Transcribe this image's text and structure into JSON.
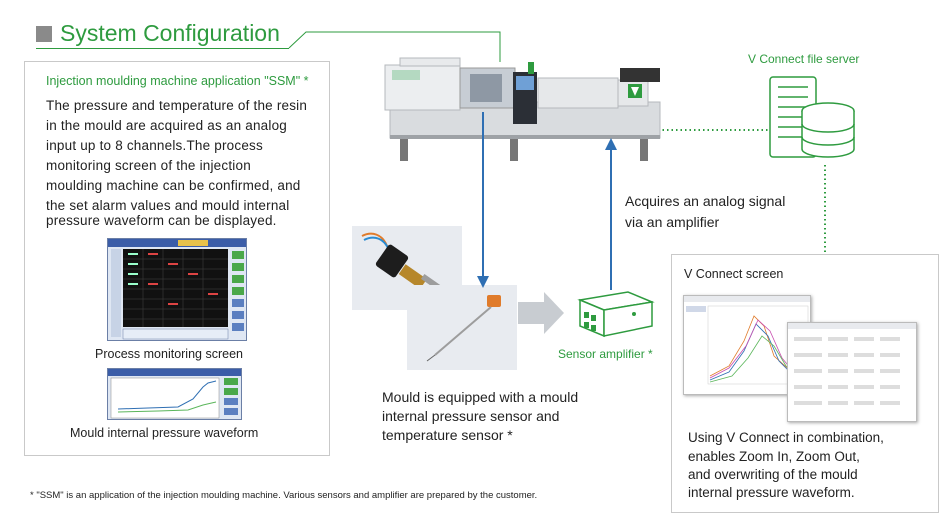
{
  "header": {
    "title": "System Configuration"
  },
  "left_panel": {
    "subtitle": "Injection moulding machine application \"SSM\" *",
    "description_lines": [
      "The pressure and temperature of the resin",
      "in the mould are acquired as an analog",
      "input up to 8 channels.The process",
      "monitoring screen of the injection",
      "moulding machine can be confirmed, and",
      "the set alarm values and mould internal",
      "pressure waveform can be displayed."
    ],
    "caption_process": "Process monitoring screen",
    "caption_waveform": "Mould internal pressure waveform"
  },
  "middle": {
    "analog_lines": [
      "Acquires an analog signal",
      "via an amplifier"
    ],
    "sensor_lines": [
      "Mould is equipped with a mould",
      "internal pressure sensor and",
      "temperature sensor *"
    ],
    "amplifier_label": "Sensor amplifier *",
    "file_server_label": "V Connect file server"
  },
  "right_panel": {
    "title": "V Connect screen",
    "description_lines": [
      "Using V Connect in combination,",
      "enables Zoom In, Zoom Out,",
      "and overwriting of the mould",
      "internal pressure waveform."
    ]
  },
  "footnote": "* \"SSM\" is an application of the injection moulding machine. Various sensors and amplifier are prepared by the customer.",
  "colors": {
    "accent_green": "#2e9b3f",
    "arrow_blue": "#2f6fb3",
    "panel_border": "#c9c9c9"
  }
}
